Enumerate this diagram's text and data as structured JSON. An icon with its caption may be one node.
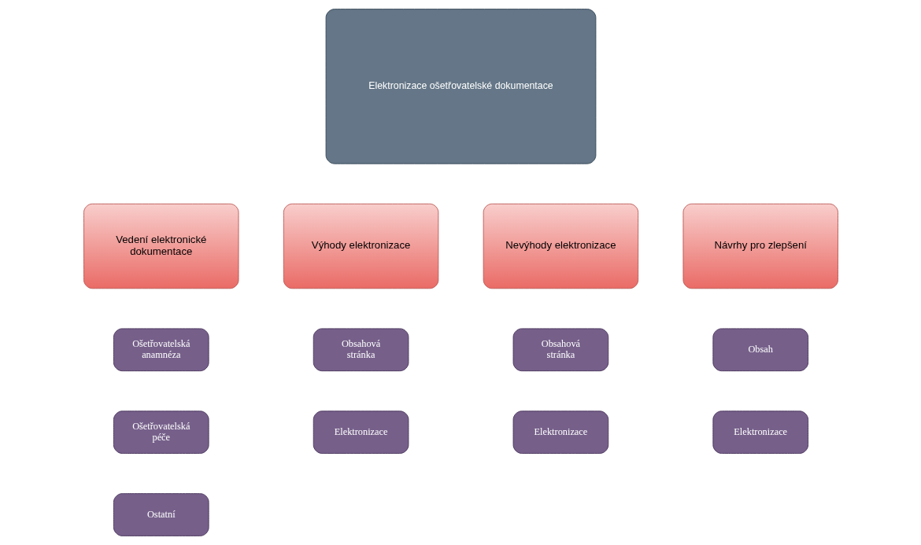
{
  "diagram": {
    "nodes": [
      {
        "text": [
          "Elektronizace ošetřovatelské dokumentace"
        ]
      },
      {
        "text": [
          "Vedení elektronické dokumentace"
        ]
      },
      {
        "text": [
          "Výhody elektronizace"
        ]
      },
      {
        "text": [
          "Nevýhody elektronizace"
        ]
      },
      {
        "text": [
          "Návrhy pro zlepšení"
        ]
      },
      {
        "text": [
          "Ošetřovatelská anamnéza"
        ]
      },
      {
        "text": [
          "Ošetřovatelská péče"
        ]
      },
      {
        "text": [
          "Ostatní"
        ]
      },
      {
        "text": [
          "Obsahová stránka"
        ]
      },
      {
        "text": [
          "Elektronizace"
        ]
      },
      {
        "text": [
          "Obsahová stránka"
        ]
      },
      {
        "text": [
          "Elektronizace"
        ]
      },
      {
        "text": [
          "Obsah"
        ]
      },
      {
        "text": [
          "Elektronizace"
        ]
      }
    ],
    "edges": []
  }
}
